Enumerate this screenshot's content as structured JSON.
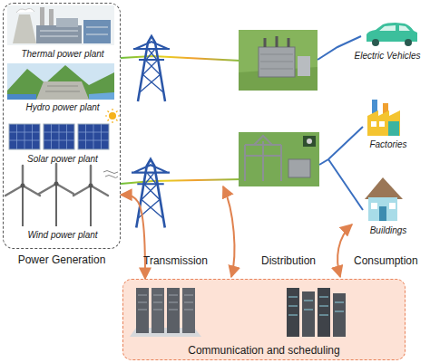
{
  "diagram": {
    "nodes": [
      {
        "text": [
          "Power Generation"
        ]
      },
      {
        "text": [
          "Thermal power plant"
        ],
        "in": 0
      },
      {
        "text": [
          "Hydro power plant"
        ],
        "in": 0
      },
      {
        "text": [
          "Solar power plant"
        ],
        "in": 0
      },
      {
        "text": [
          "Wind power plant"
        ],
        "in": 0
      },
      {
        "text": [
          "Electric Vehicles"
        ]
      },
      {
        "text": [
          "Factories"
        ]
      },
      {
        "text": [
          "Buildings"
        ]
      },
      {
        "text": [
          "Communication and scheduling"
        ]
      }
    ],
    "edges": [
      {
        "from": 8,
        "to": 0,
        "arrow": "both"
      }
    ],
    "labels": [
      "Transmission",
      "Distribution",
      "Consumption"
    ]
  }
}
